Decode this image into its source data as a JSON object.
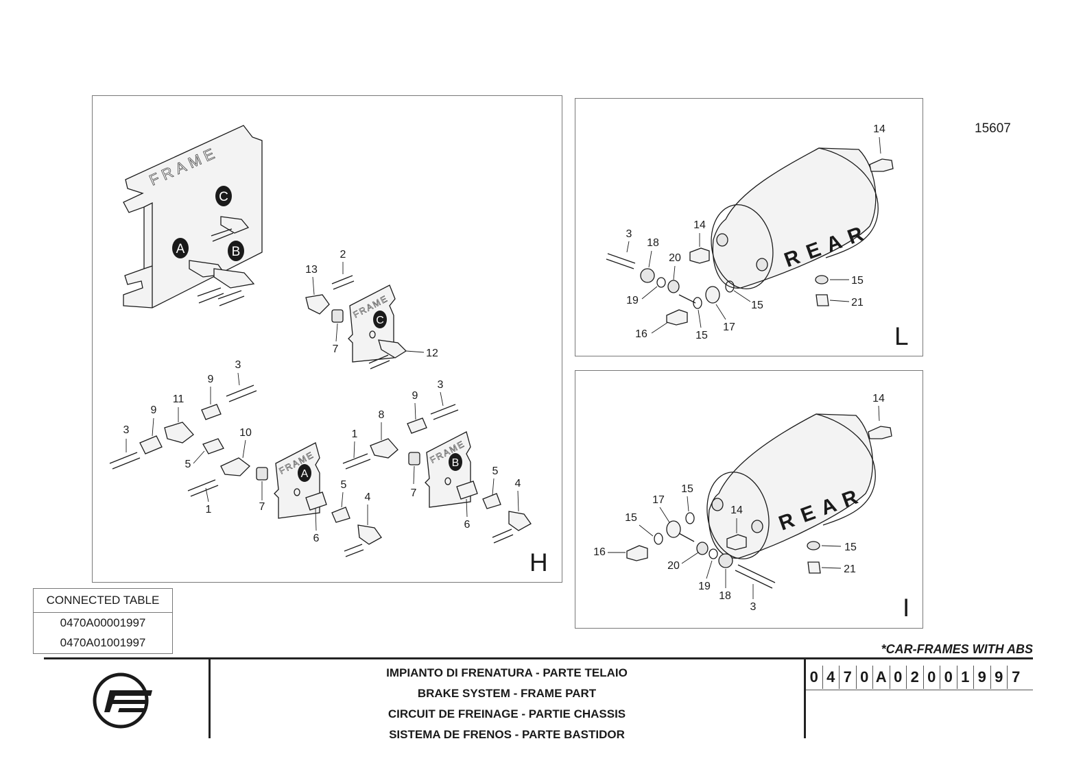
{
  "drawing_number": "15607",
  "panels": {
    "H": {
      "ref": "H",
      "frame_labels": [
        "FRAME",
        "FRAME",
        "FRAME",
        "FRAME"
      ],
      "connection_letters": [
        "A",
        "B",
        "C",
        "C",
        "A",
        "B"
      ],
      "callouts": [
        "2",
        "13",
        "7",
        "12",
        "3",
        "9",
        "11",
        "9",
        "3",
        "10",
        "5",
        "1",
        "7",
        "6",
        "5",
        "4",
        "1",
        "8",
        "9",
        "3",
        "7",
        "5",
        "4",
        "6"
      ]
    },
    "L": {
      "ref": "L",
      "tank_text": "R E A R",
      "callouts": [
        "14",
        "14",
        "3",
        "18",
        "20",
        "19",
        "16",
        "15",
        "17",
        "15",
        "15",
        "21"
      ]
    },
    "I": {
      "ref": "I",
      "tank_text": "R E A R",
      "callouts": [
        "14",
        "15",
        "17",
        "15",
        "14",
        "16",
        "20",
        "19",
        "18",
        "3",
        "15",
        "21"
      ]
    }
  },
  "connected_table": {
    "header": "CONNECTED TABLE",
    "rows": [
      "0470A00001997",
      "0470A01001997"
    ]
  },
  "abs_note": "*CAR-FRAMES WITH ABS",
  "titles": [
    "IMPIANTO DI FRENATURA - PARTE TELAIO",
    "BRAKE SYSTEM - FRAME PART",
    "CIRCUIT DE FREINAGE - PARTIE CHASSIS",
    "SISTEMA DE FRENOS - PARTE BASTIDOR"
  ],
  "table_code_chars": [
    "0",
    "4",
    "7",
    "0",
    "A",
    "0",
    "2",
    "0",
    "0",
    "1",
    "9",
    "9",
    "7"
  ],
  "colors": {
    "line": "#1a1a1a",
    "border": "#777777"
  }
}
